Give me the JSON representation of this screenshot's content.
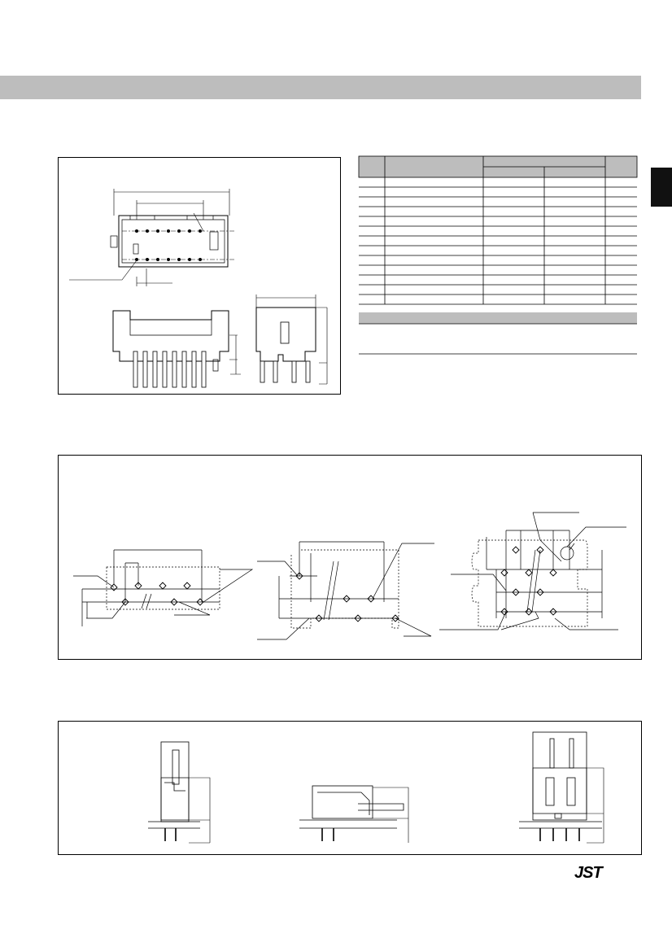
{
  "header": {
    "band_color": "#bdbdbd"
  },
  "side_tab": {
    "color": "#111111"
  },
  "panels": {
    "dimension_drawing": {
      "name": "dimension-drawing-panel"
    },
    "pcb_layout": {
      "name": "pcb-layout-panel"
    },
    "mounting_views": {
      "name": "mounting-views-panel"
    }
  },
  "spec_table": {
    "header_rows": 2,
    "body_rows": 12,
    "columns": 5
  },
  "footer": {
    "logo_text": "JST"
  }
}
